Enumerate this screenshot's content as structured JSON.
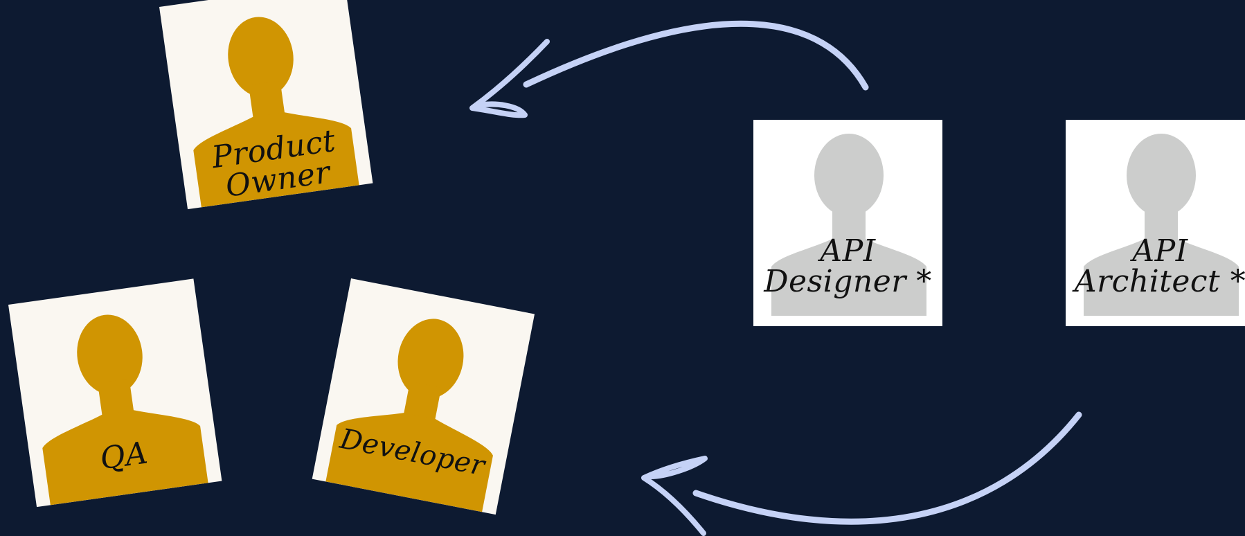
{
  "colors": {
    "background": "#0d1a31",
    "silhouette_active": "#d09502",
    "silhouette_inactive": "#cccdcc",
    "card_paper": "#faf7f1",
    "arrow": "#c5d2f6"
  },
  "roles": {
    "product_owner": {
      "line1": "Product",
      "line2": "Owner"
    },
    "qa": {
      "line1": "QA"
    },
    "developer": {
      "line1": "Developer"
    },
    "api_designer": {
      "line1": "API",
      "line2": "Designer *"
    },
    "api_architect": {
      "line1": "API",
      "line2": "Architect *"
    }
  },
  "icons": {
    "person": "person-silhouette-icon",
    "arrow": "curved-arrow-icon"
  }
}
